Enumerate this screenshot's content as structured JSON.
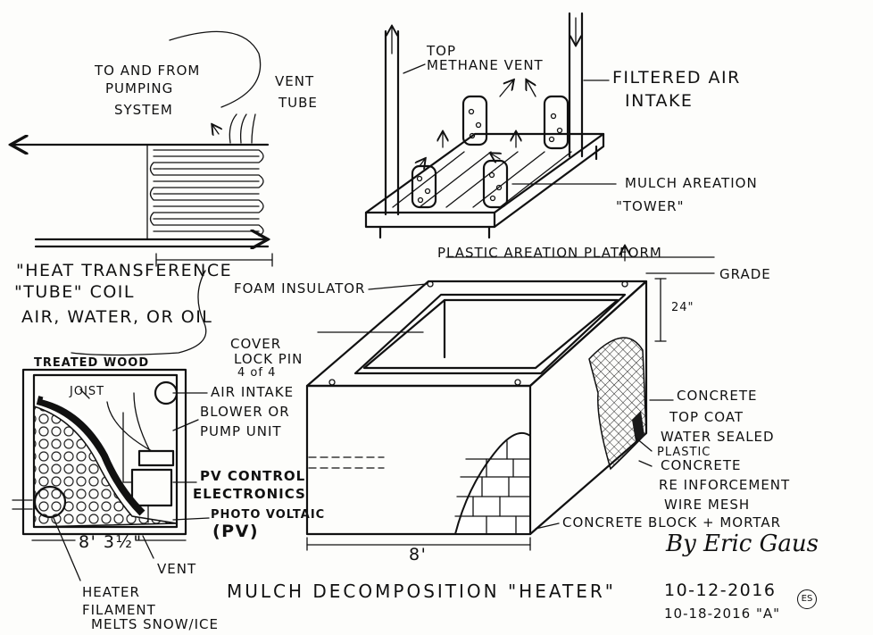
{
  "heat_coil": {
    "pump_label_line1": "TO AND FROM",
    "pump_label_line2": "PUMPING",
    "pump_label_line3": "SYSTEM",
    "coil_label_line1": "\"HEAT TRANSFERENCE",
    "coil_label_line2": "\"TUBE\" COIL",
    "media_label": "AIR, WATER, OR OIL"
  },
  "aeration": {
    "top_vent_line1": "TOP",
    "top_vent_line2": "METHANE VENT",
    "vent_tube_line1": "VENT",
    "vent_tube_line2": "TUBE",
    "filtered_line1": "FILTERED AIR",
    "filtered_line2": "INTAKE",
    "tower_line1": "MULCH AREATION",
    "tower_line2": "\"TOWER\"",
    "platform": "PLASTIC AREATION PLATFORM"
  },
  "box": {
    "grade": "GRADE",
    "depth": "24\"",
    "foam": "FOAM INSULATOR",
    "cover_line1": "COVER",
    "cover_line2": "LOCK PIN",
    "cover_line3": "4 of 4",
    "concrete_top_line1": "CONCRETE",
    "concrete_top_line2": "TOP COAT",
    "concrete_top_line3": "WATER SEALED",
    "plastic": "PLASTIC",
    "reinforce_line1": "CONCRETE",
    "reinforce_line2": "RE INFORCEMENT",
    "reinforce_line3": "WIRE MESH",
    "block_mortar": "BLOCK + MORTAR",
    "concrete_base": "CONCRETE",
    "width": "8'"
  },
  "plan": {
    "treated_wood": "TREATED WOOD",
    "joist": "JOIST",
    "air_intake": "AIR INTAKE",
    "blower_line1": "BLOWER OR",
    "blower_line2": "PUMP UNIT",
    "pv_line1": "PV CONTROL",
    "pv_line2": "ELECTRONICS",
    "photovoltaic_line1": "PHOTO VOLTAIC",
    "photovoltaic_line2": "(PV)",
    "dimension": "8' 3½\"",
    "vent": "VENT",
    "heater_line1": "HEATER",
    "heater_line2": "FILAMENT",
    "heater_line3": "MELTS SNOW/ICE"
  },
  "title": "MULCH DECOMPOSITION \"HEATER\"",
  "signature": {
    "author": "By Eric Gaus",
    "date1": "10-12-2016",
    "date2": "10-18-2016 \"A\"",
    "initials": "ES"
  }
}
